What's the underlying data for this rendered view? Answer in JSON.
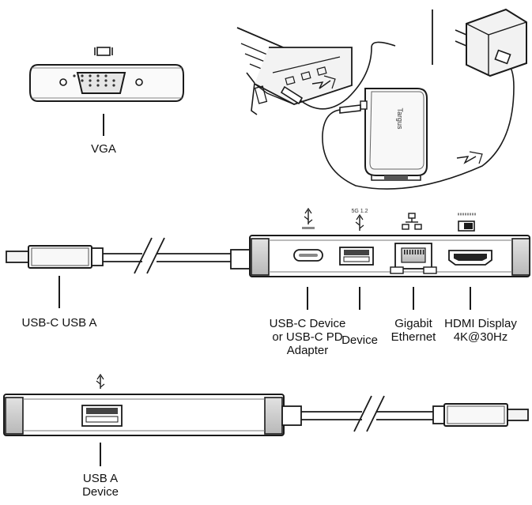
{
  "icons": {
    "vga": "vga-port-icon",
    "usbc": "usb-c-icon",
    "usb": "usb-icon",
    "ethernet": "network-icon",
    "hdmi": "hdmi-icon",
    "laptop": "laptop-illustration",
    "power_adapter": "power-adapter-illustration"
  },
  "vga": {
    "label": "VGA"
  },
  "hub_side_one": {
    "cable_label": "USB-C USB A",
    "ports": [
      {
        "label_lines": [
          "USB-C Device",
          "or USB-C PD",
          "Adapter"
        ]
      },
      {
        "label_lines": [
          "Device"
        ],
        "icon_caption": "5G 1.2"
      },
      {
        "label_lines": [
          "Gigabit",
          "Ethernet"
        ]
      },
      {
        "label_lines": [
          "HDMI Display",
          "4K@30Hz"
        ]
      }
    ]
  },
  "hub_side_two": {
    "ports": [
      {
        "label_lines": [
          "USB A",
          "Device"
        ]
      }
    ]
  },
  "device_brand": "Targus"
}
